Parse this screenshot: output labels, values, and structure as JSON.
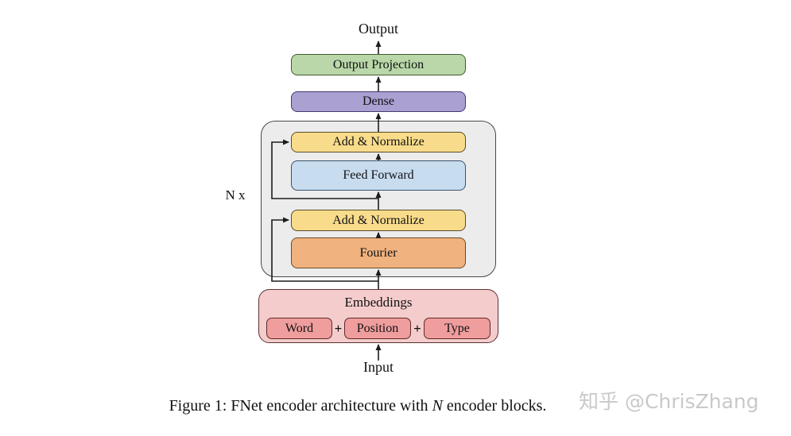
{
  "diagram": {
    "output_label": "Output",
    "input_label": "Input",
    "repeat_label": "N x",
    "boxes": {
      "output_projection": "Output Projection",
      "dense": "Dense",
      "add_normalize_top": "Add & Normalize",
      "feed_forward": "Feed Forward",
      "add_normalize_bottom": "Add & Normalize",
      "fourier": "Fourier",
      "embeddings": "Embeddings",
      "word": "Word",
      "position": "Position",
      "type": "Type",
      "plus": "+"
    },
    "colors": {
      "green_fill": "#b9d7a8",
      "purple_fill": "#aba0d2",
      "yellow_fill": "#f9dc8b",
      "blue_fill": "#c8dcf0",
      "orange_fill": "#f0b27f",
      "gray_container_fill": "#ececec",
      "pink_container_fill": "#f5cccc",
      "pink_box_fill": "#ef9d9d",
      "line_color": "#1c1c1c",
      "watermark_color": "#c9c9c9"
    }
  },
  "caption": {
    "prefix": "Figure 1: FNet encoder architecture with ",
    "math_n": "N",
    "suffix": " encoder blocks."
  },
  "watermark": "知乎 @ChrisZhang"
}
